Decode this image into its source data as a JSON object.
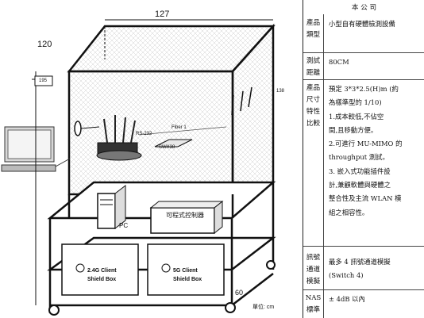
{
  "diagram": {
    "dim_width": "127",
    "dim_height": "120",
    "dim_depth": "60",
    "dim_inner": "195",
    "dim_side": "138",
    "unit_label": "單位: cm",
    "rs232_label": "RS-232",
    "fiber_label": "Fiber 1",
    "switch_label": "SWX38",
    "controller_label": "可程式控制器",
    "pc_label": "PC",
    "box1_line1": "2.4G Client",
    "box1_line2": "Shield Box",
    "box2_line1": "5G Client",
    "box2_line2": "Shield Box"
  },
  "spec_table": {
    "company": "本 公 司",
    "rows": [
      {
        "header": [
          "產品",
          "類型"
        ],
        "body": [
          "小型自有硬體檢測設備"
        ]
      },
      {
        "header": [
          "測試",
          "距離"
        ],
        "body": [
          "80CM"
        ]
      },
      {
        "header": [
          "產品",
          "尺寸",
          "特性",
          "比較"
        ],
        "body": [
          "預定 3*3*2.5(H)m (約",
          "為樣準型的 1/10)",
          "1.成本較低,不佔空",
          "間,且移動方便。",
          "2.可進行 MU-MIMO 的",
          "throughput 測試。",
          "3. 嵌入式功能插件設",
          "計,兼顧軟體與硬體之",
          "整合性及主流 WLAN 模",
          "組之相容性。"
        ]
      },
      {
        "header": [
          "訊號",
          "通道",
          "模擬"
        ],
        "body": [
          "最多 4 訊號通道模擬",
          "(Switch 4)"
        ]
      },
      {
        "header": [
          "NAS",
          "標準"
        ],
        "body": [
          "± 4dB 以內"
        ]
      }
    ]
  }
}
